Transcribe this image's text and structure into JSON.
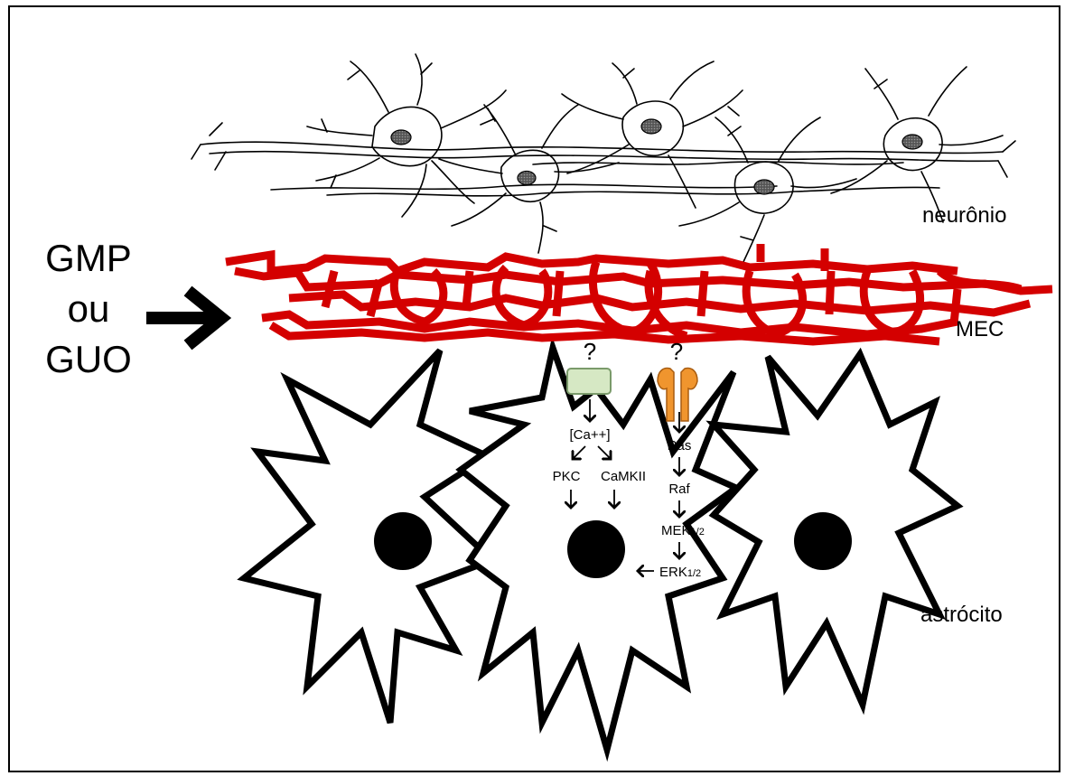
{
  "stimulus": {
    "line1": "GMP",
    "line2": "ou",
    "line3": "GUO"
  },
  "labels": {
    "neuron": "neurônio",
    "ecm": "MEC",
    "astrocyte": "astrócito"
  },
  "pathway_left": {
    "receptor_query": "?",
    "calcium": "[Ca++]",
    "pkc": "PKC",
    "camkii": "CaMKII"
  },
  "pathway_right": {
    "receptor_query": "?",
    "ras": "Ras",
    "raf": "Raf",
    "mek": "MEK",
    "mek_sub": "1/2",
    "erk": "ERK",
    "erk_sub": "1/2"
  },
  "colors": {
    "ecm": "#d40000",
    "receptor_left_fill": "#d6e8c4",
    "receptor_left_stroke": "#7a9a6a",
    "receptor_right_fill": "#f0952e",
    "receptor_right_stroke": "#a85c10",
    "nucleus": "#000000",
    "neuron_nucleus": "#555555"
  },
  "icons": {
    "stimulus_arrow": "right-arrow-icon",
    "left_receptor": "membrane-receptor-icon",
    "right_receptor": "dimeric-receptor-icon"
  }
}
